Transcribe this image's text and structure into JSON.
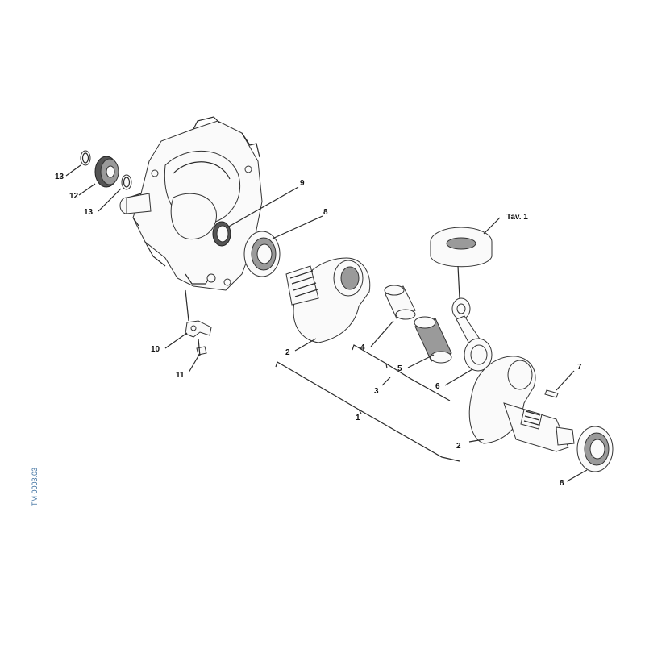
{
  "labels": {
    "l13a": "13",
    "l12": "12",
    "l13b": "13",
    "l9": "9",
    "l8a": "8",
    "l10": "10",
    "l11": "11",
    "l2a": "2",
    "l4": "4",
    "l5": "5",
    "l3": "3",
    "l6": "6",
    "l1": "1",
    "l7": "7",
    "l2b": "2",
    "l8b": "8",
    "tav": "Tav. 1"
  },
  "drawing_code": "TM 0003.03"
}
